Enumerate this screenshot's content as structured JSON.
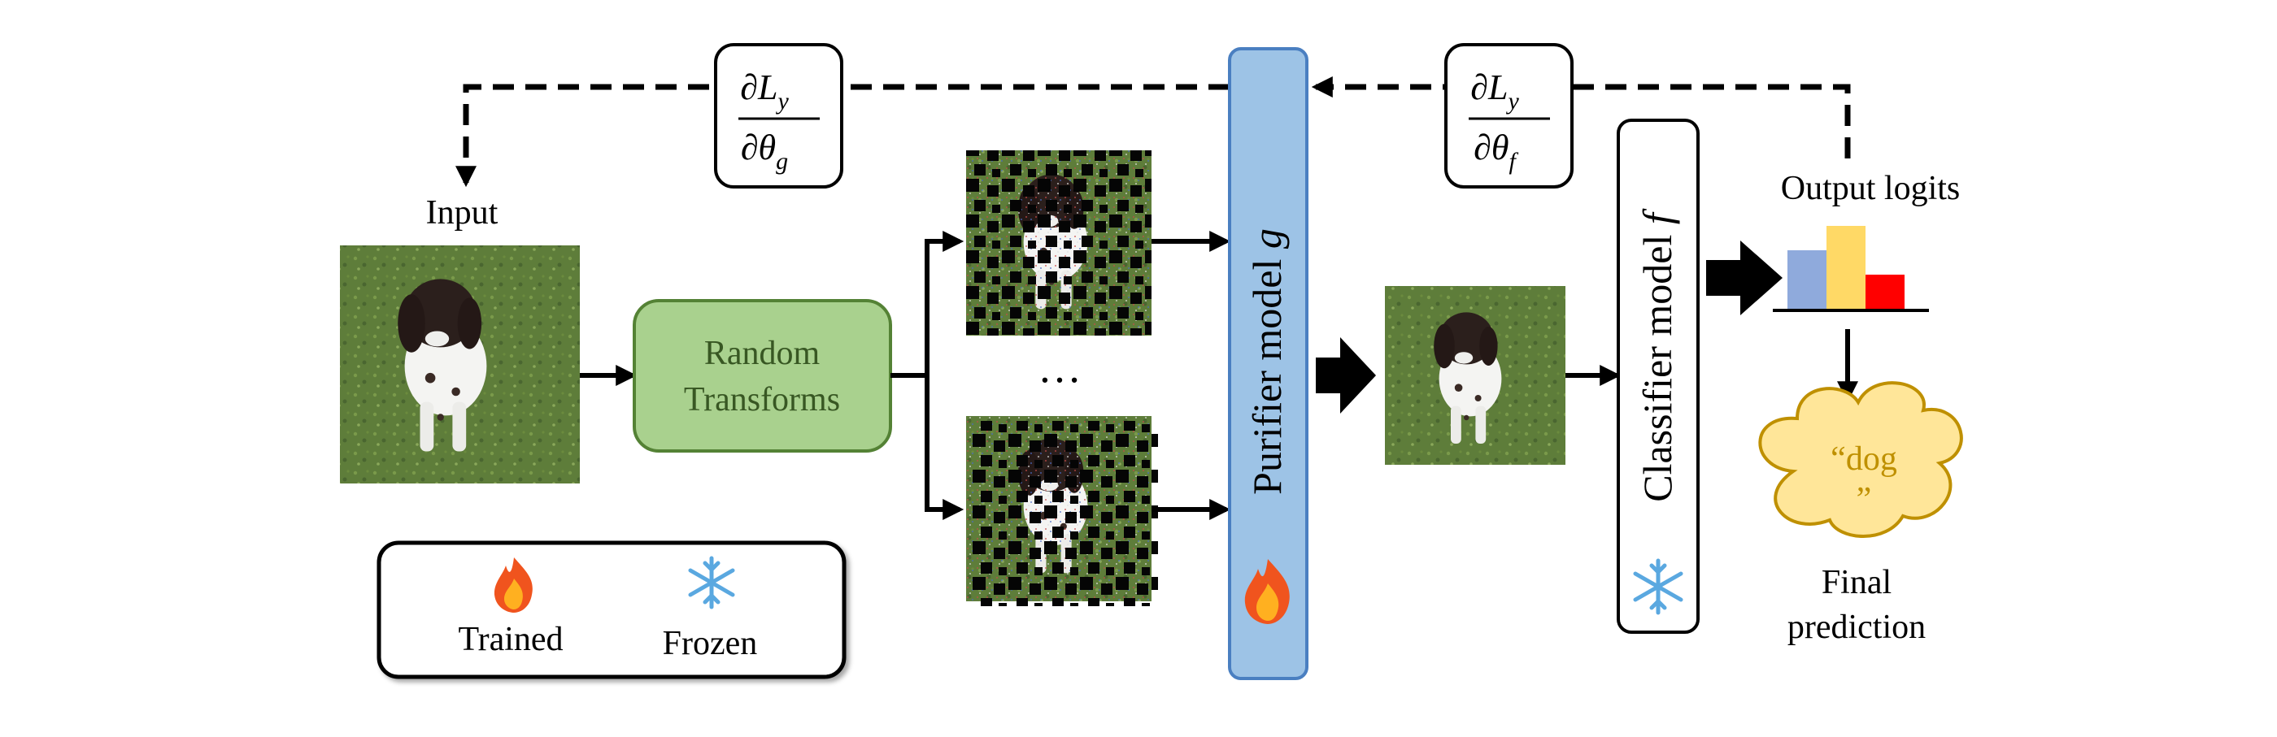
{
  "input": {
    "label": "Input"
  },
  "random_transforms": {
    "line1": "Random",
    "line2": "Transforms"
  },
  "ellipsis": "…",
  "purifier": {
    "label": "Purifier model",
    "symbol": "g"
  },
  "classifier": {
    "label": "Classifier model",
    "symbol": "f"
  },
  "gradients": {
    "g": {
      "numerator": "∂L",
      "num_sub": "y",
      "denominator": "∂θ",
      "den_sub": "g"
    },
    "f": {
      "numerator": "∂L",
      "num_sub": "y",
      "denominator": "∂θ",
      "den_sub": "f"
    }
  },
  "output": {
    "label": "Output logits",
    "bar_values": [
      0.6,
      0.85,
      0.35
    ]
  },
  "prediction": {
    "text_line1": "“dog",
    "text_line2": "”",
    "label_line1": "Final",
    "label_line2": "prediction"
  },
  "legend": {
    "trained": "Trained",
    "frozen": "Frozen"
  },
  "icons": {
    "trained": "fire-icon",
    "frozen": "snowflake-icon"
  },
  "colors": {
    "purifier_fill": "#9dc3e6",
    "purifier_stroke": "#4a7fc1",
    "transforms_fill": "#a9d18e",
    "transforms_stroke": "#548235",
    "transforms_text": "#385723",
    "bar1": "#8faadc",
    "bar2": "#ffd966",
    "bar3": "#ff0000",
    "cloud_fill": "#ffe699",
    "cloud_stroke": "#bf9000",
    "cloud_text": "#bf9000"
  }
}
